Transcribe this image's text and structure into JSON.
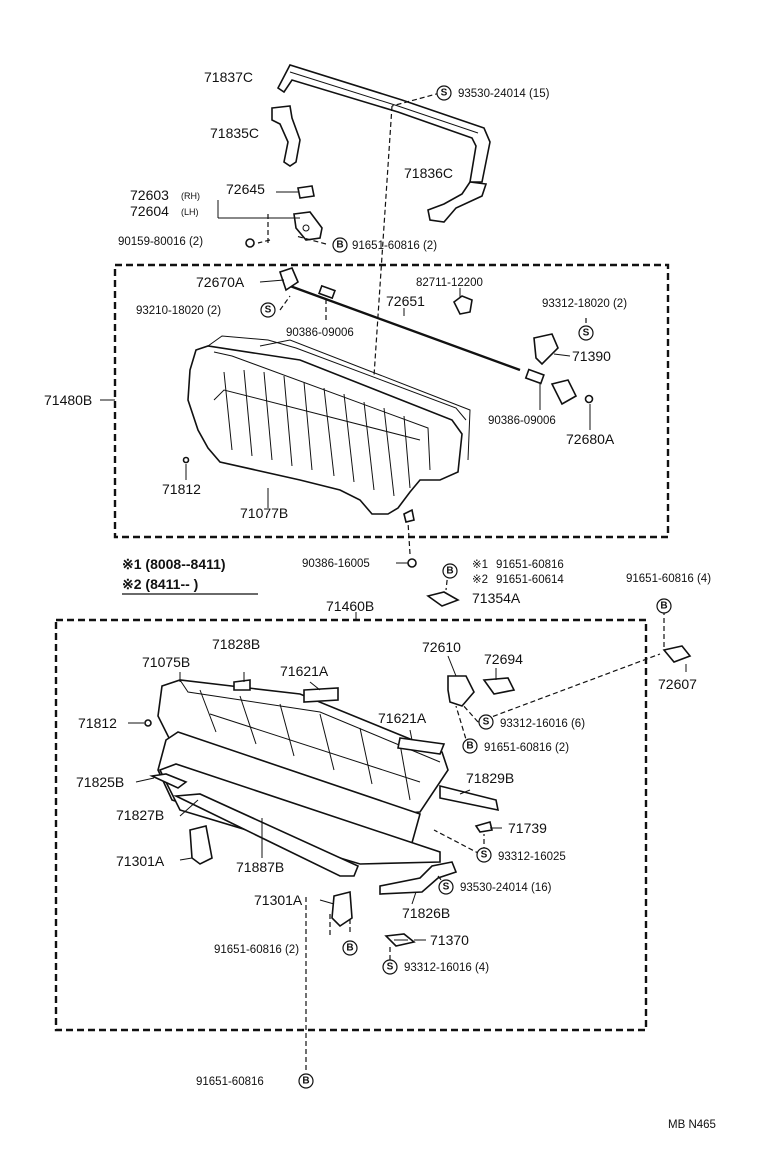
{
  "upper_assembly": {
    "frame_label": "71480B",
    "parts": {
      "p71837C": "71837C",
      "p71835C": "71835C",
      "p71836C": "71836C",
      "p72603": "72603",
      "p72603_note": "(RH)",
      "p72604": "72604",
      "p72604_note": "(LH)",
      "p72645": "72645",
      "p90159": "90159-80016 (2)",
      "p91651a": "91651-60816 (2)",
      "p93530a": "93530-24014 (15)",
      "p72670A": "72670A",
      "p93210": "93210-18020 (2)",
      "p82711": "82711-12200",
      "p72651": "72651",
      "p93312a": "93312-18020 (2)",
      "p90386a": "90386-09006",
      "p71390": "71390",
      "p90386b": "90386-09006",
      "p72680A": "72680A",
      "p71812a": "71812",
      "p71077B": "71077B",
      "p90386c": "90386-16005",
      "p91651b": "91651-60816",
      "p91651c": "91651-60614",
      "p71354A": "71354A",
      "p91651d": "91651-60816 (4)",
      "p72607": "72607"
    },
    "mark1": "※1",
    "mark2": "※2"
  },
  "legend": {
    "line1": "※1 (8008--8411)",
    "line2": "※2 (8411--        )"
  },
  "lower_assembly": {
    "frame_label": "71460B",
    "parts": {
      "p71828B": "71828B",
      "p71075B": "71075B",
      "p71621A_1": "71621A",
      "p72610": "72610",
      "p72694": "72694",
      "p71812b": "71812",
      "p71621A_2": "71621A",
      "p93312b": "93312-16016 (6)",
      "p91651e": "91651-60816 (2)",
      "p71825B": "71825B",
      "p71829B": "71829B",
      "p71827B": "71827B",
      "p71739": "71739",
      "p93312c": "93312-16025",
      "p71301A_1": "71301A",
      "p71887B": "71887B",
      "p93530b": "93530-24014 (16)",
      "p71301A_2": "71301A",
      "p71826B": "71826B",
      "p91651f": "91651-60816 (2)",
      "p71370": "71370",
      "p93312d": "93312-16016 (4)",
      "p91651g": "91651-60816"
    }
  },
  "symbols": {
    "screw": "S",
    "bolt": "B"
  },
  "footer": {
    "code": "MB  N465"
  }
}
